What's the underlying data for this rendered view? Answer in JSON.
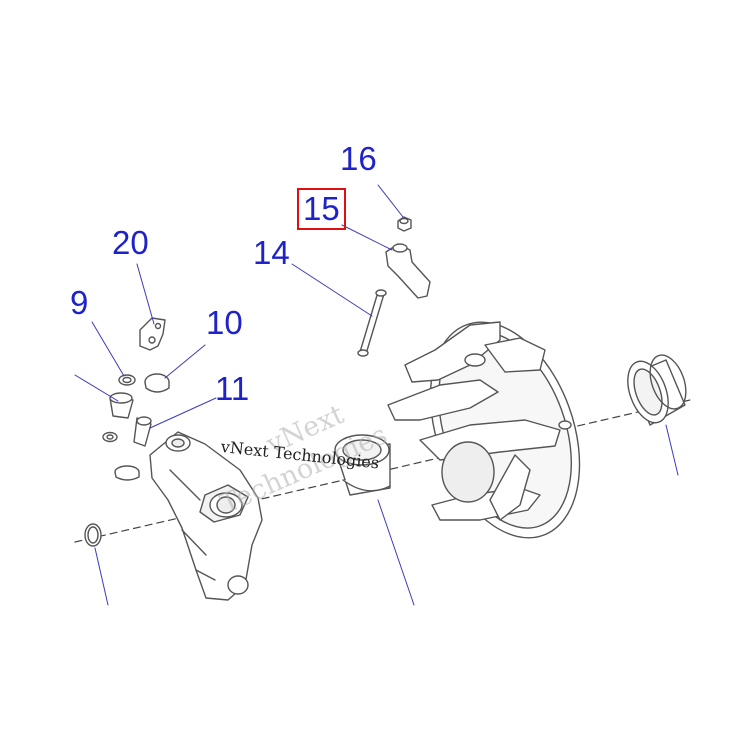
{
  "colors": {
    "callout_text": "#1e22c8",
    "highlight_box": "#dd1111",
    "part_line": "#555555",
    "leader_line": "#3b3bbd"
  },
  "callouts": [
    {
      "id": "16",
      "label": "16",
      "highlighted": false
    },
    {
      "id": "15",
      "label": "15",
      "highlighted": true
    },
    {
      "id": "14",
      "label": "14",
      "highlighted": false
    },
    {
      "id": "20",
      "label": "20",
      "highlighted": false
    },
    {
      "id": "9",
      "label": "9",
      "highlighted": false
    },
    {
      "id": "10",
      "label": "10",
      "highlighted": false
    },
    {
      "id": "11",
      "label": "11",
      "highlighted": false
    }
  ],
  "watermark": {
    "line": "vNext Technologies",
    "overlay_word_1": "vNext",
    "overlay_word_2": "Technologies"
  }
}
